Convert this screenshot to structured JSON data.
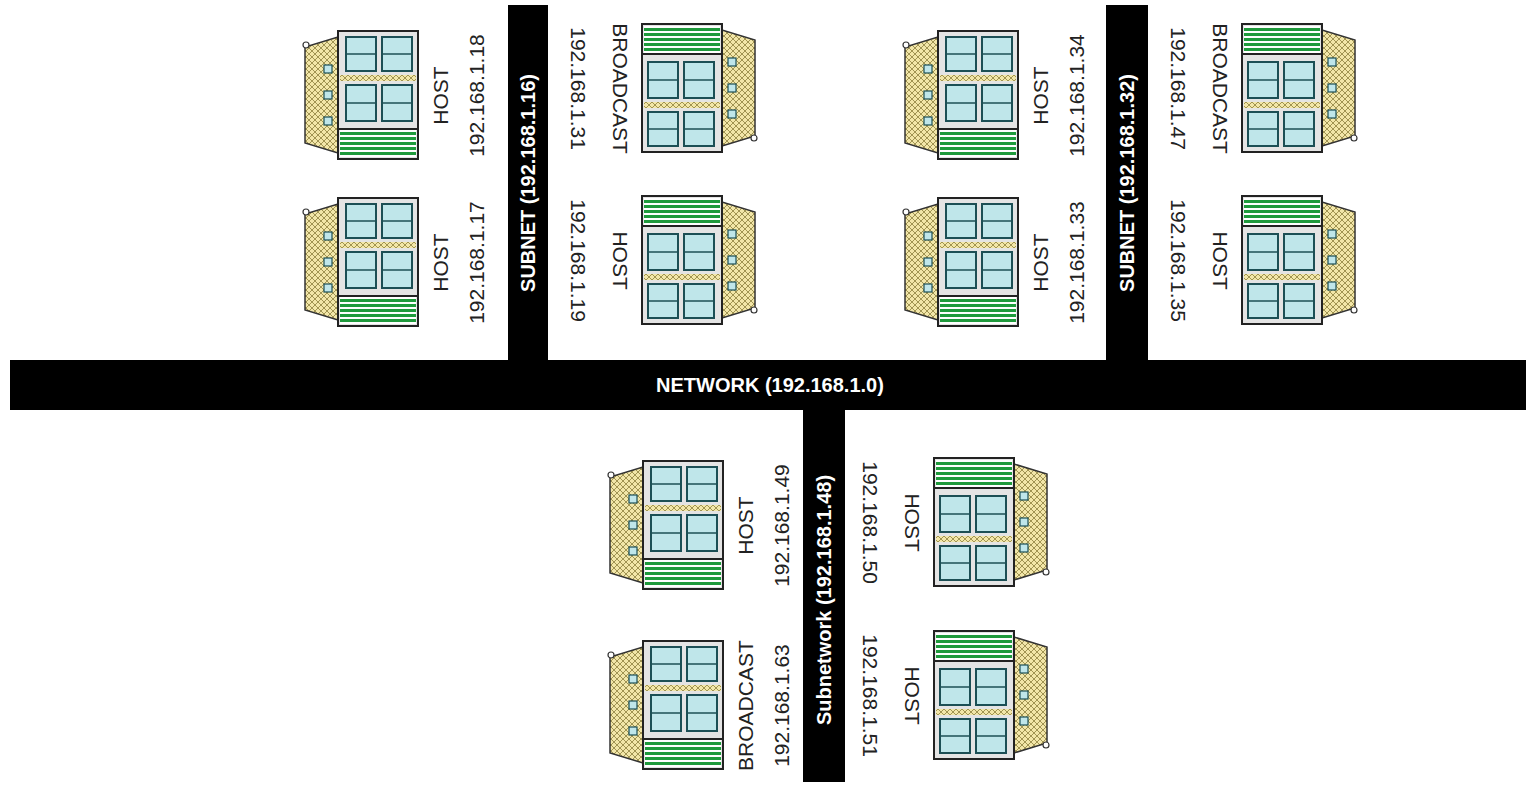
{
  "diagram": {
    "nodes": [
      {
        "text": [
          "HOST",
          "192.168.1.18"
        ]
      },
      {
        "text": [
          "SUBNET (192.168.1.16)"
        ]
      },
      {
        "text": [
          "BROADCAST",
          "192.168.1.31"
        ]
      },
      {
        "text": [
          "HOST",
          "192.168.1.34"
        ]
      },
      {
        "text": [
          "SUBNET (192.168.1.32)"
        ]
      },
      {
        "text": [
          "BROADCAST",
          "192.168.1.47"
        ]
      },
      {
        "text": [
          "HOST",
          "192.168.1.17"
        ]
      },
      {
        "text": [
          "HOST",
          "192.168.1.19"
        ]
      },
      {
        "text": [
          "HOST",
          "192.168.1.33"
        ]
      },
      {
        "text": [
          "HOST",
          "192.168.1.35"
        ]
      },
      {
        "text": [
          "NETWORK (192.168.1.0)"
        ]
      },
      {
        "text": [
          "HOST",
          "192.168.1.49"
        ]
      },
      {
        "text": [
          "Subnetwork (192.168.1.48)"
        ]
      },
      {
        "text": [
          "HOST",
          "192.168.1.50"
        ]
      },
      {
        "text": [
          "BROADCAST",
          "192.168.1.63"
        ]
      },
      {
        "text": [
          "HOST",
          "192.168.1.51"
        ]
      }
    ]
  }
}
